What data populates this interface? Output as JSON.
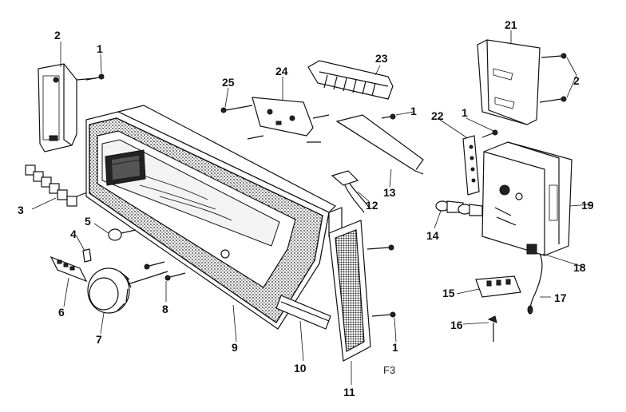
{
  "callouts": {
    "c1a": "1",
    "c2a": "2",
    "c3": "3",
    "c4": "4",
    "c5": "5",
    "c6": "6",
    "c7": "7",
    "c8": "8",
    "c9": "9",
    "c10": "10",
    "c11": "11",
    "c12": "12",
    "c13": "13",
    "c14": "14",
    "c15": "15",
    "c16": "16",
    "c17": "17",
    "c18": "18",
    "c19": "19",
    "c21": "21",
    "c2b": "2",
    "c22": "22",
    "c1b": "1",
    "c23": "23",
    "c1c": "1",
    "c24": "24",
    "c25": "25",
    "c1d": "1"
  },
  "figure_ref": "F3"
}
